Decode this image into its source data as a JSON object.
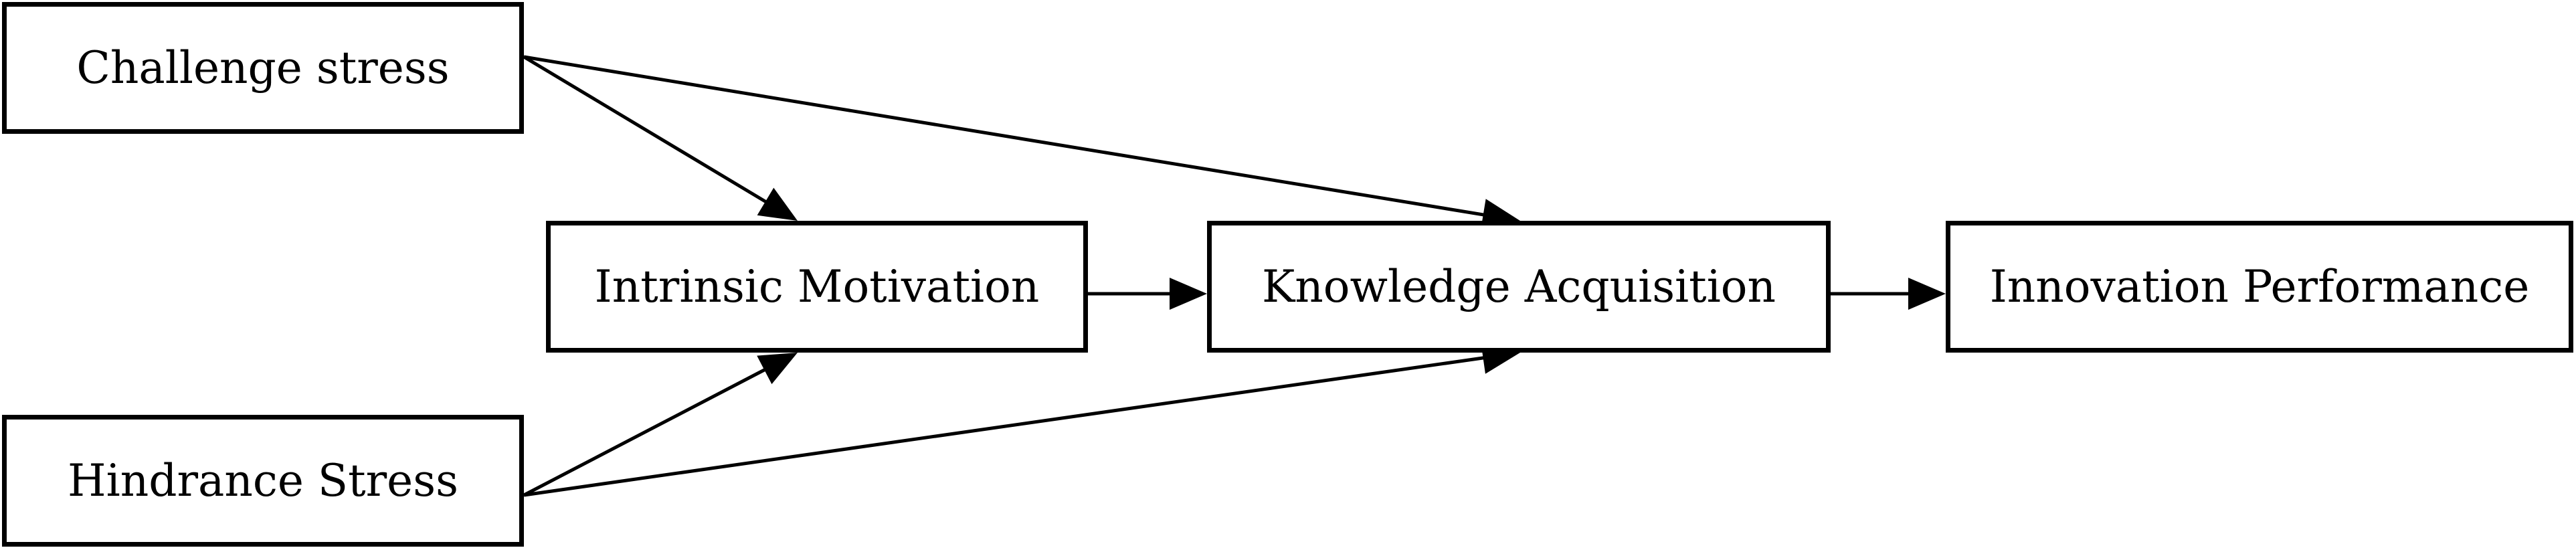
{
  "diagram": {
    "nodes": {
      "challenge": {
        "label": "Challenge stress"
      },
      "hindrance": {
        "label": "Hindrance Stress"
      },
      "intrinsic": {
        "label": "Intrinsic Motivation"
      },
      "knowledge": {
        "label": "Knowledge Acquisition"
      },
      "innovation": {
        "label": "Innovation Performance"
      }
    },
    "edges": [
      {
        "from": "challenge",
        "to": "intrinsic"
      },
      {
        "from": "challenge",
        "to": "knowledge"
      },
      {
        "from": "hindrance",
        "to": "intrinsic"
      },
      {
        "from": "hindrance",
        "to": "knowledge"
      },
      {
        "from": "intrinsic",
        "to": "knowledge"
      },
      {
        "from": "knowledge",
        "to": "innovation"
      }
    ],
    "colors": {
      "stroke": "#000000",
      "background": "#ffffff"
    }
  }
}
